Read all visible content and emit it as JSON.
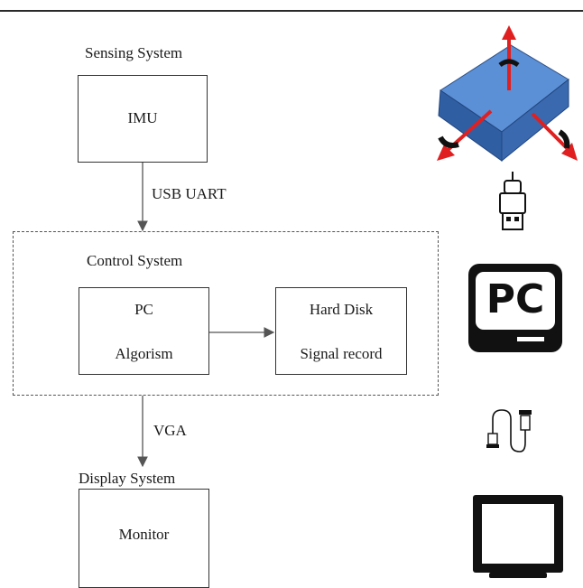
{
  "sensing": {
    "title": "Sensing System",
    "device": "IMU"
  },
  "link1": "USB UART",
  "control": {
    "title": "Control System",
    "pc_label": "PC",
    "pc_sub": "Algorism",
    "disk_label": "Hard Disk",
    "disk_sub": "Signal record"
  },
  "link2": "VGA",
  "display": {
    "title": "Display System",
    "device": "Monitor"
  },
  "icons": {
    "pc_icon_text": "PC",
    "colors": {
      "imu_blue": "#3d6fb5",
      "axis_red": "#e02020",
      "black": "#111111"
    },
    "names": [
      "imu-cube-icon",
      "usb-plug-icon",
      "pc-terminal-icon",
      "vga-cable-icon",
      "monitor-icon"
    ]
  }
}
